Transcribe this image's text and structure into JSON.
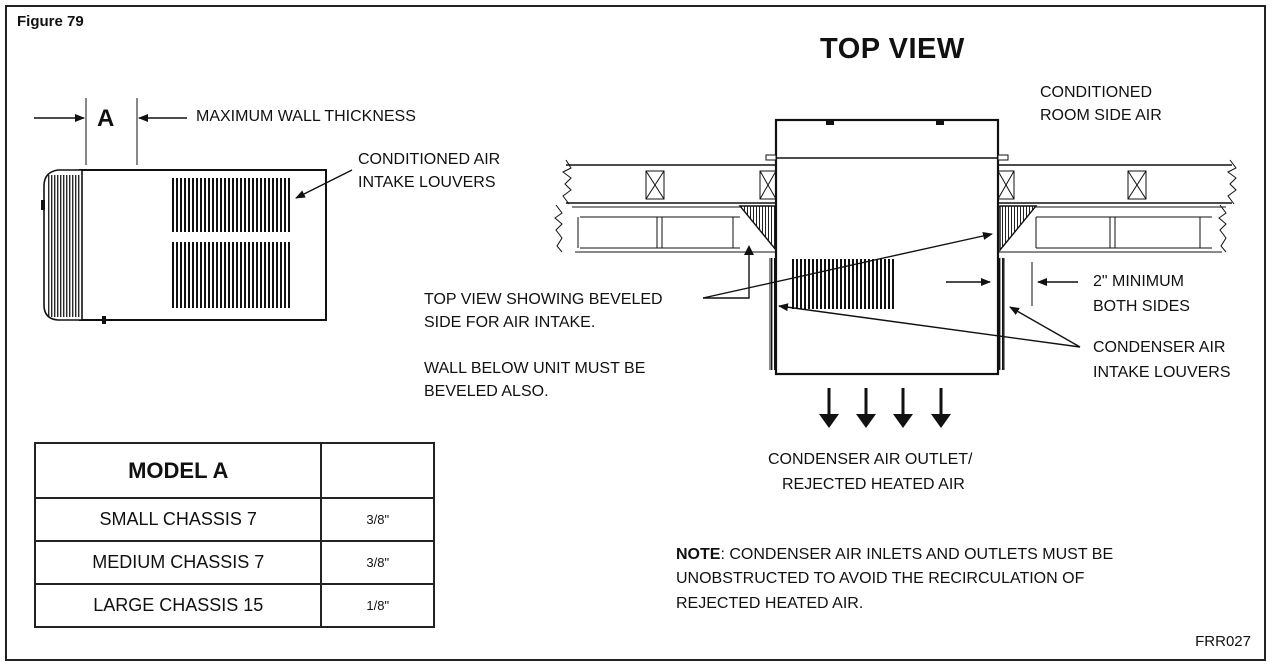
{
  "figure_label": "Figure 79",
  "title": "TOP VIEW",
  "dimension_letter": "A",
  "labels": {
    "max_wall": "MAXIMUM WALL THICKNESS",
    "conditioned_air_1": "CONDITIONED AIR",
    "conditioned_air_2": "INTAKE LOUVERS",
    "conditioned_room_1": "CONDITIONED",
    "conditioned_room_2": "ROOM SIDE AIR",
    "top_view_beveled_1": "TOP VIEW SHOWING BEVELED",
    "top_view_beveled_2": "SIDE FOR AIR INTAKE.",
    "wall_below_1": "WALL BELOW UNIT MUST BE",
    "wall_below_2": "BEVELED ALSO.",
    "two_inch_1": "2\" MINIMUM",
    "two_inch_2": "BOTH SIDES",
    "condenser_intake_1": "CONDENSER AIR",
    "condenser_intake_2": "INTAKE LOUVERS",
    "condenser_outlet_1": "CONDENSER AIR OUTLET/",
    "condenser_outlet_2": "REJECTED HEATED AIR"
  },
  "table": {
    "header": "MODEL A",
    "header_value": "",
    "rows": [
      {
        "model": "SMALL CHASSIS 7",
        "value": "3/8\""
      },
      {
        "model": "MEDIUM CHASSIS 7",
        "value": "3/8\""
      },
      {
        "model": "LARGE CHASSIS 15",
        "value": "1/8\""
      }
    ]
  },
  "note": {
    "label": "NOTE",
    "text": ": CONDENSER AIR INLETS AND OUTLETS MUST BE UNOBSTRUCTED TO AVOID THE RECIRCULATION OF REJECTED HEATED AIR."
  },
  "code": "FRR027"
}
